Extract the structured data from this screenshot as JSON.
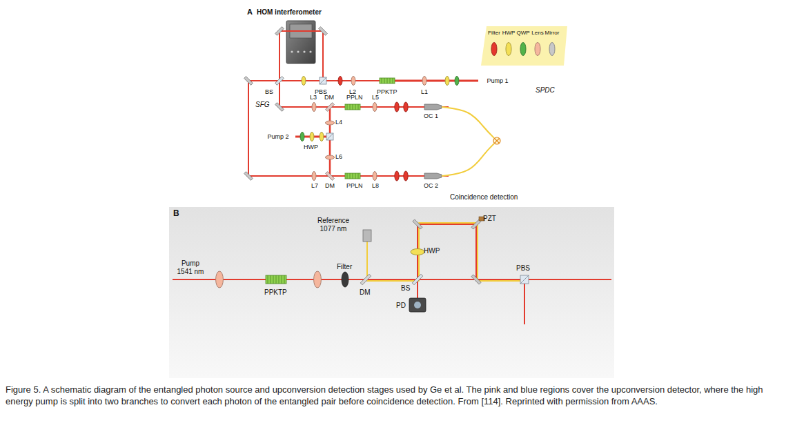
{
  "diagram": {
    "caption": "Figure 5. A schematic diagram of the entangled photon source and upconversion detection stages used by Ge et al. The pink and blue regions cover the upconversion detector, where the high energy pump is split into two branches to convert each photon of the entangled pair before coincidence detection. From [114]. Reprinted with permission from AAAS.",
    "nodes": [
      {
        "text": [
          "HOM interferometer"
        ]
      },
      {
        "text": [
          "SPDC"
        ]
      },
      {
        "text": [
          "Pump 1"
        ],
        "in": 1
      },
      {
        "text": [
          "SFG"
        ]
      },
      {
        "text": [
          "Pump 2"
        ],
        "in": 3
      },
      {
        "text": [
          "Coincidence detection"
        ]
      }
    ],
    "labels": [
      "A",
      "BS",
      "PBS",
      "L2",
      "PPKTP",
      "L1",
      "L3",
      "DM",
      "PPLN",
      "L5",
      "L4",
      "HWP",
      "L6",
      "L7",
      "DM",
      "PPLN",
      "L8",
      "OC 1",
      "OC 2",
      "B",
      "Reference 1077 nm",
      "PZT",
      "HWP",
      "Pump 1541 nm",
      "PPKTP",
      "Filter",
      "DM",
      "BS",
      "PD",
      "PBS"
    ],
    "legend": [
      {
        "text": "Filter",
        "color": "#e5382d"
      },
      {
        "text": "HWP",
        "color": "#f3df55"
      },
      {
        "text": "QWP",
        "color": "#52b34a"
      },
      {
        "text": "Lens",
        "color": "#f5b69d"
      },
      {
        "text": "Mirror",
        "color": "#c8c8c8"
      }
    ]
  }
}
